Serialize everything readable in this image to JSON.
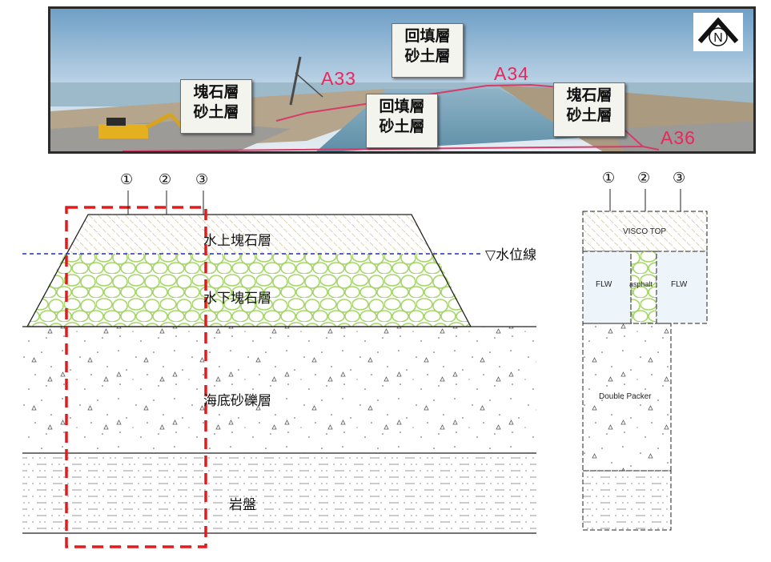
{
  "photo": {
    "labels": {
      "left": [
        "塊石層",
        "砂土層"
      ],
      "top_center": [
        "回填層",
        "砂土層"
      ],
      "bottom_center": [
        "回填層",
        "砂土層"
      ],
      "right": [
        "塊石層",
        "砂土層"
      ]
    },
    "stations": [
      "A33",
      "A34",
      "A36"
    ],
    "north_letter": "N",
    "colors": {
      "station": "#e8275a",
      "sea": "#5f8fa8",
      "sky": "#dfeaf2"
    }
  },
  "cross_section": {
    "markers": [
      "①",
      "②",
      "③"
    ],
    "layers": {
      "above_water_rock": "水上塊石層",
      "underwater_rock": "水下塊石層",
      "seabed_gravel": "海底砂礫層",
      "bedrock": "岩盤"
    },
    "water_line": "▽水位線",
    "colors": {
      "water_line": "#1d2fb5",
      "highlight": "#e41b1b",
      "rock_fill": "#a6d66a",
      "hatch": "#c9b98a"
    }
  },
  "column": {
    "markers": [
      "①",
      "②",
      "③"
    ],
    "top": "VISCO TOP",
    "left": "FLW",
    "middle": "asphalt",
    "right": "FLW",
    "lower": "Double Packer"
  }
}
